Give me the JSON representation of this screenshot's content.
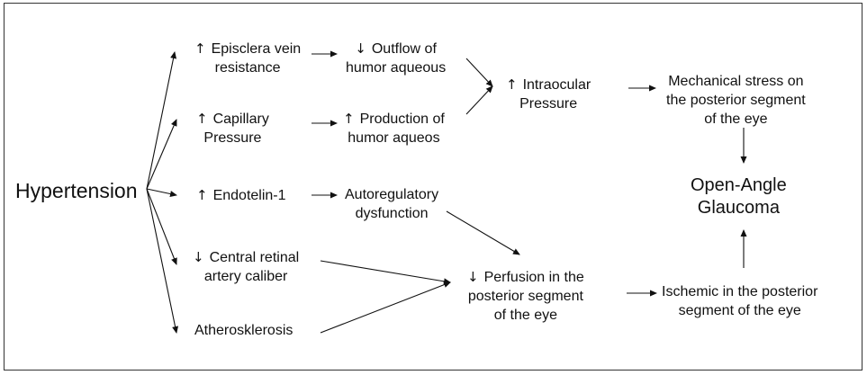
{
  "nodes": {
    "hypertension": {
      "lines": [
        "Hypertension"
      ]
    },
    "episclera": {
      "arrow": "↑",
      "lines": [
        "Episclera vein",
        "resistance"
      ]
    },
    "capillary": {
      "arrow": "↑",
      "lines": [
        "Capillary",
        "Pressure"
      ]
    },
    "endotelin": {
      "arrow": "↑",
      "lines": [
        "Endotelin-1"
      ]
    },
    "central_retinal": {
      "arrow": "↓",
      "lines": [
        "Central retinal",
        "artery caliber"
      ]
    },
    "atherosklerosis": {
      "lines": [
        "Atherosklerosis"
      ]
    },
    "outflow": {
      "arrow": "↓",
      "lines": [
        "Outflow of",
        "humor aqueous"
      ]
    },
    "production": {
      "arrow": "↑",
      "lines": [
        "Production of",
        "humor aqueos"
      ]
    },
    "autoregulatory": {
      "lines": [
        "Autoregulatory",
        "dysfunction"
      ]
    },
    "intraocular": {
      "arrow": "↑",
      "lines": [
        "Intraocular",
        "Pressure"
      ]
    },
    "perfusion": {
      "arrow": "↓",
      "lines": [
        "Perfusion in the",
        "posterior segment",
        "of the eye"
      ]
    },
    "mechanical": {
      "lines": [
        "Mechanical stress on",
        "the posterior segment",
        "of the eye"
      ]
    },
    "ischemic": {
      "lines": [
        "Ischemic in the posterior",
        "segment of the eye"
      ]
    },
    "glaucoma": {
      "lines": [
        "Open-Angle",
        "Glaucoma"
      ]
    }
  },
  "edges": [
    [
      "hypertension",
      "episclera"
    ],
    [
      "hypertension",
      "capillary"
    ],
    [
      "hypertension",
      "endotelin"
    ],
    [
      "hypertension",
      "central_retinal"
    ],
    [
      "hypertension",
      "atherosklerosis"
    ],
    [
      "episclera",
      "outflow"
    ],
    [
      "capillary",
      "production"
    ],
    [
      "endotelin",
      "autoregulatory"
    ],
    [
      "outflow",
      "intraocular"
    ],
    [
      "production",
      "intraocular"
    ],
    [
      "intraocular",
      "mechanical"
    ],
    [
      "autoregulatory",
      "perfusion"
    ],
    [
      "central_retinal",
      "perfusion"
    ],
    [
      "atherosklerosis",
      "perfusion"
    ],
    [
      "perfusion",
      "ischemic"
    ],
    [
      "mechanical",
      "glaucoma"
    ],
    [
      "ischemic",
      "glaucoma"
    ]
  ]
}
